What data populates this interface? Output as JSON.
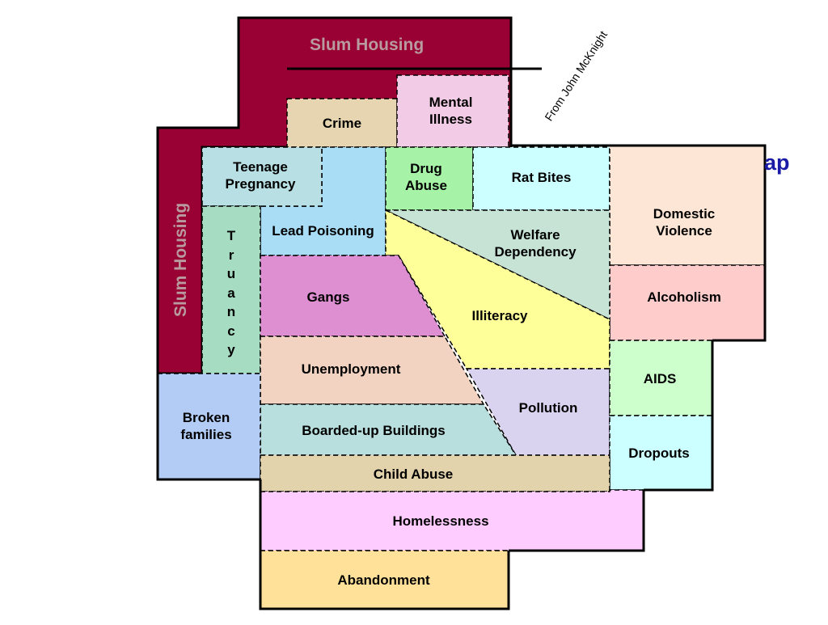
{
  "diagram": {
    "credit": "From John McKnight",
    "partial_title": "ap",
    "slum_housing_top": "Slum Housing",
    "slum_housing_side": "Slum Housing",
    "truancy_letters": [
      "T",
      "r",
      "u",
      "a",
      "n",
      "c",
      "y"
    ],
    "labels": {
      "crime": "Crime",
      "mental_illness": "Mental\nIllness",
      "teenage_pregnancy": "Teenage\nPregnancy",
      "drug_abuse": "Drug\nAbuse",
      "rat_bites": "Rat Bites",
      "domestic_violence": "Domestic\nViolence",
      "lead_poisoning": "Lead Poisoning",
      "welfare_dependency": "Welfare\nDependency",
      "gangs": "Gangs",
      "illiteracy": "Illiteracy",
      "alcoholism": "Alcoholism",
      "unemployment": "Unemployment",
      "aids": "AIDS",
      "pollution": "Pollution",
      "broken_families": "Broken\nfamilies",
      "boarded_up_buildings": "Boarded-up Buildings",
      "dropouts": "Dropouts",
      "child_abuse": "Child Abuse",
      "homelessness": "Homelessness",
      "abandonment": "Abandonment"
    },
    "colors": {
      "slum_housing": "#990033",
      "slum_text": "#b89a9f",
      "crime": "#e6d5b0",
      "mental_illness": "#f2cce6",
      "teenage_pregnancy": "#b8dfe3",
      "truancy": "#a6dcc2",
      "lead_poisoning": "#a9dcf5",
      "drug_abuse": "#a6f2a6",
      "rat_bites": "#ccffff",
      "domestic_violence": "#fde6d6",
      "alcoholism": "#ffcccc",
      "welfare_dependency": "#c7e3d6",
      "illiteracy": "#ffff99",
      "gangs": "#de8fd2",
      "unemployment": "#f2d3c2",
      "pollution": "#d9d3f0",
      "boarded_up_buildings": "#b8dede",
      "aids": "#ccffcc",
      "dropouts": "#ccffff",
      "broken_families": "#b3ccf5",
      "child_abuse": "#e3d3ad",
      "homelessness": "#ffccff",
      "abandonment": "#ffe199"
    }
  }
}
